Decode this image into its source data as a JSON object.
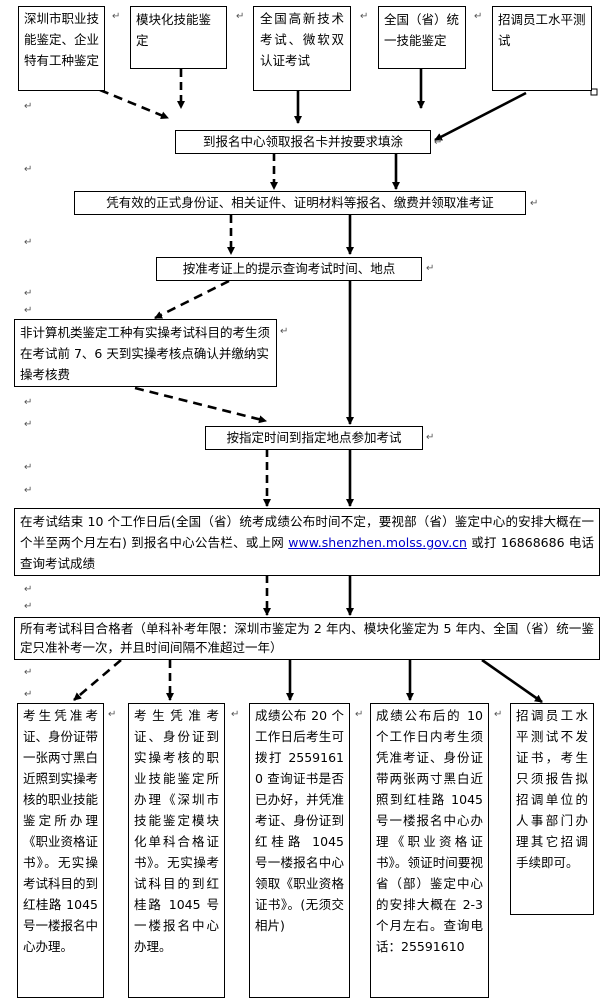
{
  "flow": {
    "top_boxes": [
      "深圳市职业技能鉴定、企业特有工种鉴定",
      "模块化技能鉴定",
      "全国高新技术考试、微软双认证考试",
      "全国（省）统一技能鉴定",
      "招调员工水平测试"
    ],
    "steps": [
      "到报名中心领取报名卡并按要求填涂",
      "凭有效的正式身份证、相关证件、证明材料等报名、缴费并领取准考证",
      "按准考证上的提示查询考试时间、地点",
      "非计算机类鉴定工种有实操考试科目的考生须在考试前 7、6 天到实操考核点确认并缴纳实操考核费",
      "按指定时间到指定地点参加考试"
    ],
    "results": {
      "text_before": "在考试结束 10 个工作日后(全国（省）统考成绩公布时间不定，要视部（省）鉴定中心的安排大概在一个半至两个月左右) 到报名中心公告栏、或上网 ",
      "url": "www.shenzhen.molss.gov.cn",
      "text_after": " 或打 16868686 电话查询考试成绩"
    },
    "pass_rule": "所有考试科目合格者（单科补考年限：深圳市鉴定为 2 年内、模块化鉴定为 5 年内、全国（省）统一鉴定只准补考一次，并且时间间隔不准超过一年）",
    "bottom_boxes": [
      "考生凭准考证、身份证带一张两寸黑白近照到实操考核的职业技能鉴定所办理《职业资格证书》。无实操考试科目的到红桂路 1045 号一楼报名中心办理。",
      "考生凭准考证、身份证到实操考核的职业技能鉴定所办理《深圳市技能鉴定模块化单科合格证书》。无实操考试科目的到红桂路 1045 号一楼报名中心办理。",
      "成绩公布 20 个工作日后考生可拨打 25591610 查询证书是否已办好，并凭准考证、身份证到红桂路 1045 号一楼报名中心领取《职业资格证书》。(无须交相片)",
      "成绩公布后的 10 个工作日内考生须凭准考证、身份证带两张两寸黑白近照到红桂路 1045 号一楼报名中心办理《职业资格证书》。领证时间要视省（部）鉴定中心的安排大概在 2-3 个月左右。查询电话：25591610",
      "招调员工水平测试不发证书，考生只须报告拟招调单位的人事部门办理其它招调手续即可。"
    ]
  },
  "paragraph_mark": "↵",
  "colors": {
    "stroke": "#000000",
    "link": "#0000cc"
  }
}
